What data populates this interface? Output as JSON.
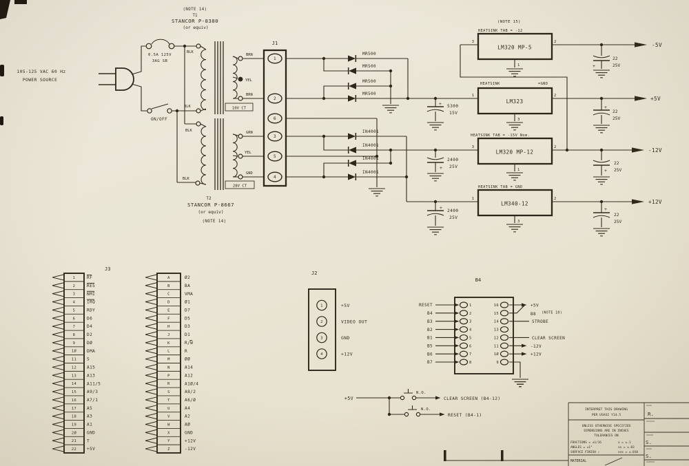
{
  "page": {
    "bg": "#e9e4d3",
    "ink": "#30271c"
  },
  "power": {
    "line1": "105-125 VAC  60 Hz",
    "line2": "POWER SOURCE",
    "fuse1": "0.5A 125V",
    "fuse2": "3AG SB",
    "switch_label": "ON/OFF"
  },
  "wires": {
    "blk": "BLK",
    "brn": "BRN",
    "yel": "YEL",
    "grn": "GRN",
    "gnd": "GND"
  },
  "notes": {
    "note14": "(NOTE 14)",
    "note15": "(NOTE 15)",
    "note10": "(NOTE 10)"
  },
  "t1": {
    "ref": "T1",
    "part": "STANCOR P-8380",
    "equiv": "(or equiv)",
    "tap": "10V CT"
  },
  "t2": {
    "ref": "T2",
    "part": "STANCOR P-8667",
    "equiv": "(or equiv)",
    "tap": "28V CT"
  },
  "j1": {
    "label": "J1",
    "pins": [
      "1",
      "2",
      "6",
      "3",
      "5",
      "4"
    ]
  },
  "parts": {
    "mr500": "MR500",
    "in4001": "IN4001"
  },
  "caps": {
    "plus": "+",
    "c5300": {
      "v": "5300",
      "r": "15V"
    },
    "c2400": {
      "v": "2400",
      "r": "25V"
    },
    "c22": {
      "v": "22",
      "r": "25V"
    }
  },
  "regulators": [
    {
      "name": "LM320 MP-5",
      "heatsink": "HEATSINK TAB = -12",
      "pin_in": "3",
      "pin_out": "2",
      "pin_gnd": "1",
      "output": "-5V"
    },
    {
      "name": "LM323",
      "heatsink": "HEATSINK",
      "heatsink_eq": "=GND",
      "pin_in": "1",
      "pin_out": "2",
      "pin_gnd": "3",
      "output": "+5V"
    },
    {
      "name": "LM320 MP-12",
      "heatsink": "HEATSINK TAB = -15V Nom.",
      "pin_in": "3",
      "pin_out": "2",
      "pin_gnd": "1",
      "output": "-12V"
    },
    {
      "name": "LM340-12",
      "heatsink": "HEATSINK TAB = GND",
      "pin_in": "1",
      "pin_out": "2",
      "pin_gnd": "3",
      "output": "+12V"
    }
  ],
  "j3": {
    "label": "J3",
    "left": [
      {
        "n": "1",
        "label": "RF",
        "ov": 1
      },
      {
        "n": "2",
        "label": "RES",
        "ov": 1
      },
      {
        "n": "3",
        "label": "NMI",
        "ov": 1
      },
      {
        "n": "4",
        "label": "IRQ",
        "ov": 1
      },
      {
        "n": "5",
        "label": "RDY",
        "ov": 0
      },
      {
        "n": "6",
        "label": "D6",
        "ov": 0
      },
      {
        "n": "7",
        "label": "D4",
        "ov": 0
      },
      {
        "n": "8",
        "label": "D2",
        "ov": 0
      },
      {
        "n": "9",
        "label": "DØ",
        "ov": 0
      },
      {
        "n": "1Ø",
        "label": "DMA",
        "ov": 0
      },
      {
        "n": "11",
        "label": "S",
        "ov": 0
      },
      {
        "n": "12",
        "label": "A15",
        "ov": 0
      },
      {
        "n": "13",
        "label": "A13",
        "ov": 0
      },
      {
        "n": "14",
        "label": "A11/5",
        "ov": 0
      },
      {
        "n": "15",
        "label": "A9/3",
        "ov": 0
      },
      {
        "n": "16",
        "label": "A7/1",
        "ov": 0
      },
      {
        "n": "17",
        "label": "A5",
        "ov": 0
      },
      {
        "n": "18",
        "label": "A3",
        "ov": 0
      },
      {
        "n": "19",
        "label": "A1",
        "ov": 0
      },
      {
        "n": "2Ø",
        "label": "GND",
        "ov": 0
      },
      {
        "n": "21",
        "label": "T",
        "ov": 0
      },
      {
        "n": "22",
        "label": "+5V",
        "ov": 0
      }
    ],
    "right": [
      {
        "n": "A",
        "label": "Ø2",
        "ov": 0
      },
      {
        "n": "B",
        "label": "BA",
        "ov": 0
      },
      {
        "n": "C",
        "label": "VMA",
        "ov": 0
      },
      {
        "n": "D",
        "label": "Ø1",
        "ov": 0
      },
      {
        "n": "E",
        "label": "D7",
        "ov": 0
      },
      {
        "n": "F",
        "label": "D5",
        "ov": 0
      },
      {
        "n": "H",
        "label": "D3",
        "ov": 0
      },
      {
        "n": "J",
        "label": "D1",
        "ov": 0
      },
      {
        "n": "K",
        "label": "R/W",
        "ov": 2
      },
      {
        "n": "L",
        "label": "R",
        "ov": 0
      },
      {
        "n": "M",
        "label": "ØØ",
        "ov": 0
      },
      {
        "n": "N",
        "label": "A14",
        "ov": 0
      },
      {
        "n": "P",
        "label": "A12",
        "ov": 0
      },
      {
        "n": "R",
        "label": "A1Ø/4",
        "ov": 0
      },
      {
        "n": "S",
        "label": "A8/2",
        "ov": 0
      },
      {
        "n": "T",
        "label": "A6/Ø",
        "ov": 0
      },
      {
        "n": "U",
        "label": "A4",
        "ov": 0
      },
      {
        "n": "V",
        "label": "A2",
        "ov": 0
      },
      {
        "n": "W",
        "label": "AØ",
        "ov": 0
      },
      {
        "n": "X",
        "label": "GND",
        "ov": 0
      },
      {
        "n": "Y",
        "label": "+12V",
        "ov": 0
      },
      {
        "n": "Z",
        "label": "-12V",
        "ov": 0
      }
    ]
  },
  "j2": {
    "label": "J2",
    "pins": [
      {
        "n": "1",
        "label": "+5V"
      },
      {
        "n": "2",
        "label": "VIDEO OUT"
      },
      {
        "n": "3",
        "label": "GND"
      },
      {
        "n": "4",
        "label": "+12V"
      }
    ]
  },
  "b4": {
    "label": "B4",
    "left": [
      {
        "n": "1",
        "label": "RESET"
      },
      {
        "n": "2",
        "label": "B4"
      },
      {
        "n": "3",
        "label": "B3"
      },
      {
        "n": "4",
        "label": "B2"
      },
      {
        "n": "5",
        "label": "B1"
      },
      {
        "n": "6",
        "label": "B5"
      },
      {
        "n": "7",
        "label": "B6"
      },
      {
        "n": "8",
        "label": "B7"
      }
    ],
    "right": [
      {
        "n": "16",
        "label": "+5V",
        "mode": "arrow"
      },
      {
        "n": "15",
        "label": "B8",
        "mode": "b8",
        "note": "(NOTE 10)"
      },
      {
        "n": "14",
        "label": "STROBE",
        "mode": "plain"
      },
      {
        "n": "13",
        "label": "",
        "mode": "none"
      },
      {
        "n": "12",
        "label": "CLEAR SCREEN",
        "mode": "plain"
      },
      {
        "n": "11",
        "label": "-12V",
        "mode": "arrow"
      },
      {
        "n": "1Ø",
        "label": "+12V",
        "mode": "arrow"
      },
      {
        "n": "9",
        "label": "",
        "mode": "gnd"
      }
    ]
  },
  "pushbuttons": {
    "supply": "+5V",
    "no": "N.O.",
    "clear": "CLEAR SCREEN (B4-12)",
    "reset": "RESET (B4-1)"
  },
  "titleblock": {
    "interpret1": "INTERPRET THIS DRAWING",
    "interpret2": "PER USASI Y14.5",
    "spec1": "UNLESS OTHERWISE SPECIFIED",
    "spec2": "DIMENSIONS ARE IN INCHES",
    "spec3": "TOLERANCES ON",
    "tol_rows": [
      [
        "FRACTIONS = ±1/16",
        "x = ±.1"
      ],
      [
        "ANGLES = ±1°",
        "xx = ±.03"
      ],
      [
        "SURFACE FINISH ✓",
        "xxx = ±.010"
      ]
    ],
    "material": "MATERIAL",
    "initials": [
      "R.",
      "S.",
      "S."
    ]
  }
}
